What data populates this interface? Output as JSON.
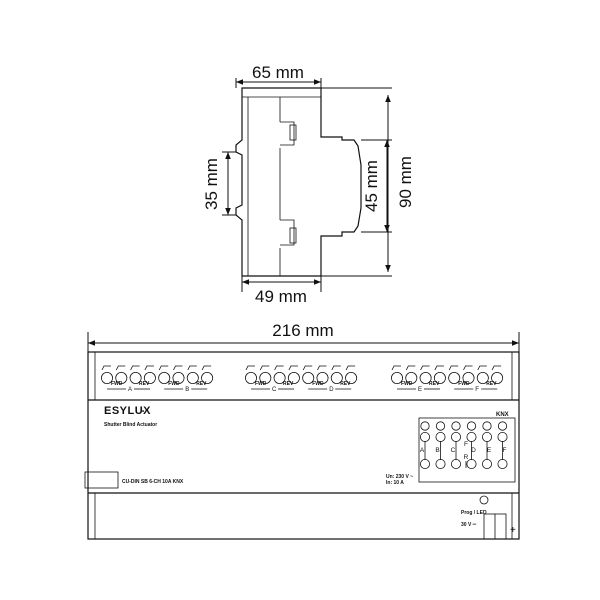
{
  "side_view": {
    "dim_top": "65 mm",
    "dim_bottom": "49 mm",
    "dim_left": "35 mm",
    "dim_mid": "45 mm",
    "dim_right": "90 mm"
  },
  "front_view": {
    "dim_width": "216 mm",
    "brand": "ESYLUX",
    "product_name": "Shutter Blind Actuator",
    "model": "CU-DIN SB 6-CH 10A KNX",
    "knx_logo": "KNX",
    "spec_un": "Un:  230 V ~",
    "spec_in": "In:    10 A",
    "prog_led": "Prog / LED",
    "bus_voltage": "30 V ═",
    "plus_sign": "+",
    "top_channels": [
      {
        "fwd": "FWD",
        "rev": "REV",
        "letter": "A"
      },
      {
        "fwd": "FWD",
        "rev": "REV",
        "letter": "B"
      },
      {
        "fwd": "FWD",
        "rev": "REV",
        "letter": "C"
      },
      {
        "fwd": "FWD",
        "rev": "REV",
        "letter": "D"
      },
      {
        "fwd": "FWD",
        "rev": "REV",
        "letter": "E"
      },
      {
        "fwd": "FWD",
        "rev": "REV",
        "letter": "F"
      }
    ],
    "button_letters_left": [
      "A",
      "B",
      "C"
    ],
    "button_letters_right": [
      "D",
      "E",
      "F"
    ],
    "button_f": "F",
    "button_r": "R"
  }
}
